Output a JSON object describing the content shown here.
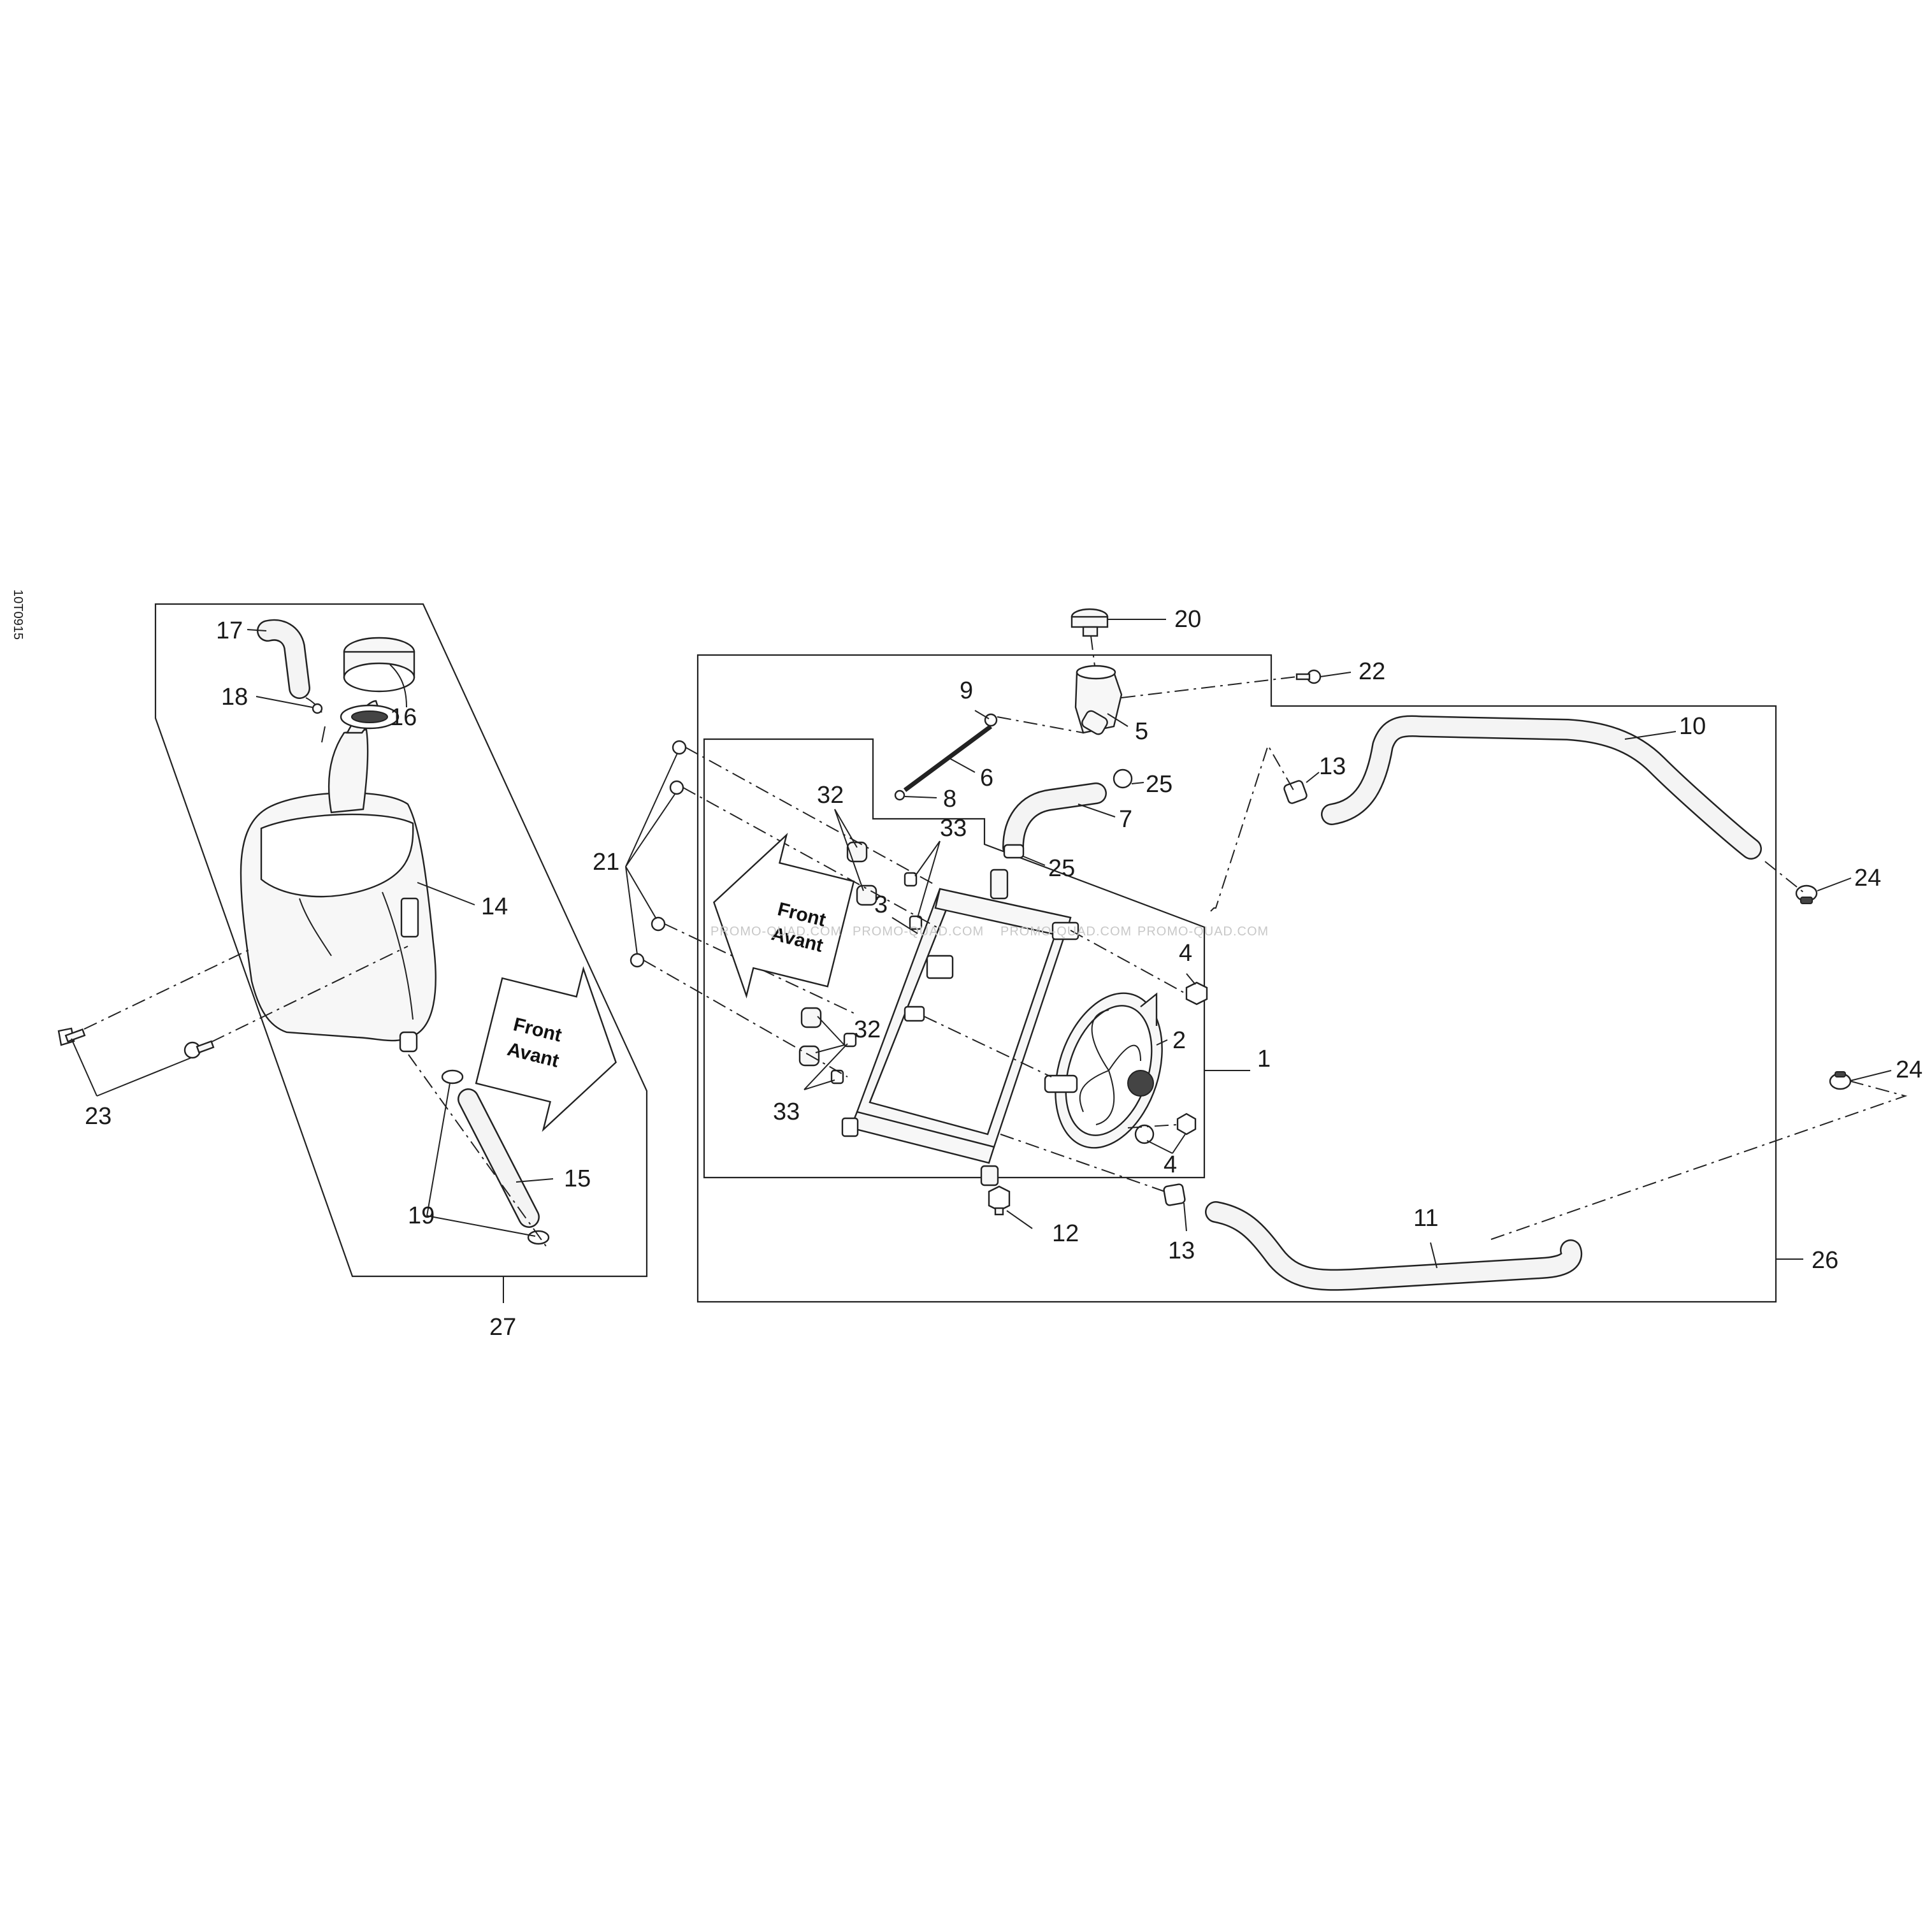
{
  "drawing_code": "10T0915",
  "watermark": "PROMO-QUAD.COM",
  "arrow": {
    "line1": "Front",
    "line2": "Avant"
  },
  "callouts": {
    "c1": "1",
    "c2": "2",
    "c3": "3",
    "c4a": "4",
    "c4b": "4",
    "c5": "5",
    "c6": "6",
    "c7": "7",
    "c8": "8",
    "c9": "9",
    "c10": "10",
    "c11": "11",
    "c12": "12",
    "c13a": "13",
    "c13b": "13",
    "c14": "14",
    "c15": "15",
    "c16": "16",
    "c17": "17",
    "c18": "18",
    "c19": "19",
    "c20": "20",
    "c21": "21",
    "c22": "22",
    "c23": "23",
    "c24a": "24",
    "c24b": "24",
    "c25a": "25",
    "c25b": "25",
    "c26": "26",
    "c27": "27",
    "c32a": "32",
    "c32b": "32",
    "c33a": "33",
    "c33b": "33"
  }
}
